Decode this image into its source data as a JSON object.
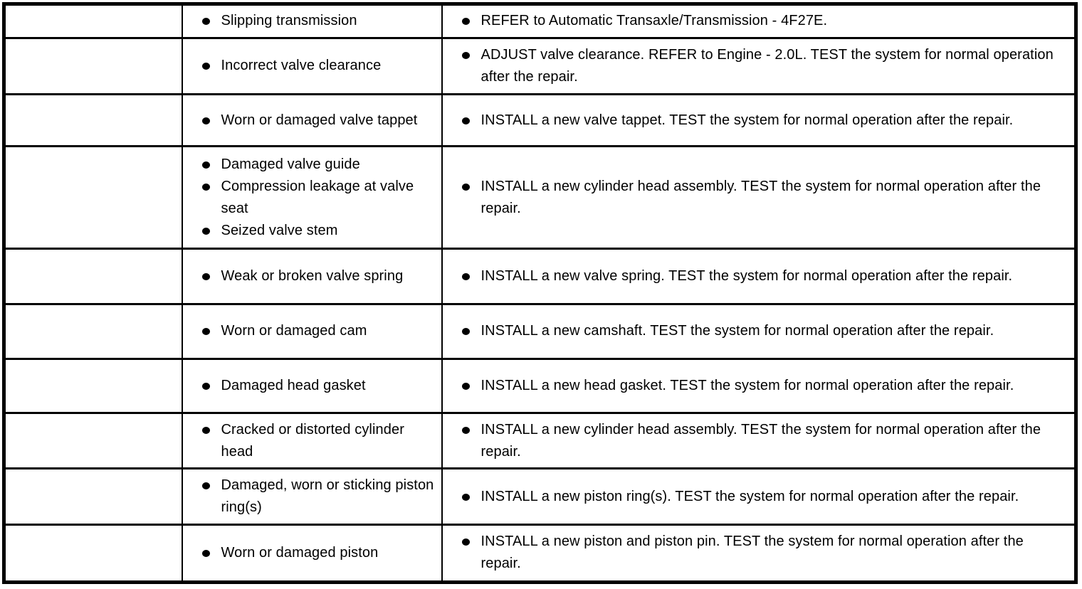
{
  "document": {
    "type": "diagnostic-table-page",
    "text_color": "#000000",
    "border_color": "#000000",
    "background_color": "#ffffff",
    "bullet_icon": "filled-circle"
  },
  "table": {
    "rows": [
      {
        "condition": "",
        "sources": [
          "Slipping transmission"
        ],
        "actions": [
          "REFER to Automatic Transaxle/Transmission - 4F27E."
        ]
      },
      {
        "condition": "",
        "sources": [
          "Incorrect valve clearance"
        ],
        "actions": [
          "ADJUST valve clearance. REFER to Engine - 2.0L. TEST the system for normal operation after the repair."
        ]
      },
      {
        "condition": "",
        "sources": [
          "Worn or damaged valve tappet"
        ],
        "actions": [
          "INSTALL a new valve tappet. TEST the system for normal operation after the repair."
        ]
      },
      {
        "condition": "",
        "sources": [
          "Damaged valve guide",
          "Compression leakage at valve seat",
          "Seized valve stem"
        ],
        "actions": [
          "INSTALL a new cylinder head assembly. TEST the system for normal operation after the repair."
        ]
      },
      {
        "condition": "",
        "sources": [
          "Weak or broken valve spring"
        ],
        "actions": [
          "INSTALL a new valve spring. TEST the system for normal operation after the repair."
        ]
      },
      {
        "condition": "",
        "sources": [
          "Worn or damaged cam"
        ],
        "actions": [
          "INSTALL a new camshaft. TEST the system for normal operation after the repair."
        ]
      },
      {
        "condition": "",
        "sources": [
          "Damaged head gasket"
        ],
        "actions": [
          "INSTALL a new head gasket. TEST the system for normal operation after the repair."
        ]
      },
      {
        "condition": "",
        "sources": [
          "Cracked or distorted cylinder head"
        ],
        "actions": [
          "INSTALL a new cylinder head assembly. TEST the system for normal operation after the repair."
        ]
      },
      {
        "condition": "",
        "sources": [
          "Damaged, worn or sticking piston ring(s)"
        ],
        "actions": [
          "INSTALL a new piston ring(s). TEST the system for normal operation after the repair."
        ]
      },
      {
        "condition": "",
        "sources": [
          "Worn or damaged piston"
        ],
        "actions": [
          "INSTALL a new piston and piston pin. TEST the system for normal operation after the repair."
        ]
      }
    ]
  }
}
